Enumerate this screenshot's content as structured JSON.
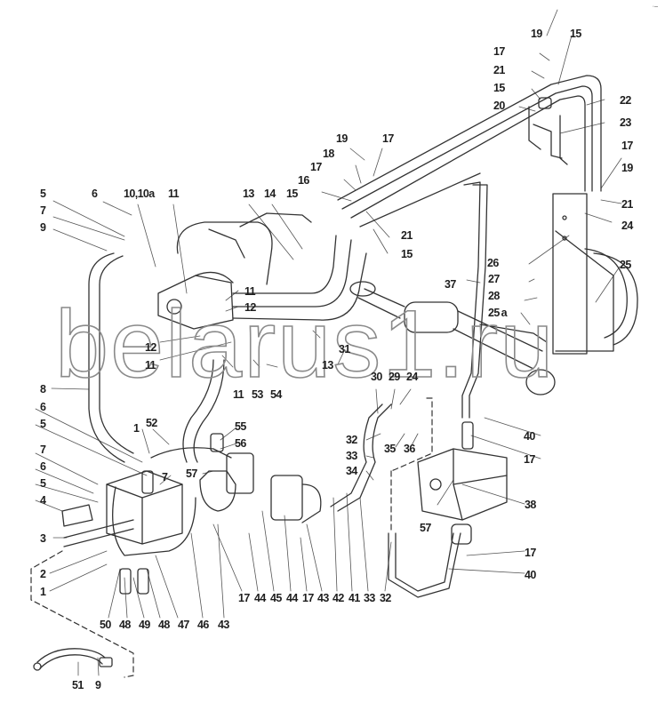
{
  "diagram": {
    "type": "exploded-parts-diagram",
    "subject": "Hydraulic steering system lines (pump, distributor, hoses, cylinder)",
    "watermark": "belarus1.ru",
    "corner_mark": "·‒",
    "callouts": [
      {
        "id": "c1",
        "text": "19"
      },
      {
        "id": "c2",
        "text": "15"
      },
      {
        "id": "c3",
        "text": "17"
      },
      {
        "id": "c4",
        "text": "21"
      },
      {
        "id": "c5",
        "text": "15"
      },
      {
        "id": "c6",
        "text": "20"
      },
      {
        "id": "c7",
        "text": "22"
      },
      {
        "id": "c8",
        "text": "23"
      },
      {
        "id": "c9",
        "text": "17"
      },
      {
        "id": "c10",
        "text": "19"
      },
      {
        "id": "c11",
        "text": "21"
      },
      {
        "id": "c12",
        "text": "24"
      },
      {
        "id": "c13",
        "text": "19"
      },
      {
        "id": "c14",
        "text": "17"
      },
      {
        "id": "c15",
        "text": "18"
      },
      {
        "id": "c16",
        "text": "17"
      },
      {
        "id": "c17",
        "text": "16"
      },
      {
        "id": "c18",
        "text": "15"
      },
      {
        "id": "c19",
        "text": "21"
      },
      {
        "id": "c20",
        "text": "15"
      },
      {
        "id": "c21",
        "text": "5"
      },
      {
        "id": "c22",
        "text": "6"
      },
      {
        "id": "c23",
        "text": "10,10a"
      },
      {
        "id": "c24",
        "text": "11"
      },
      {
        "id": "c25",
        "text": "13"
      },
      {
        "id": "c26",
        "text": "14"
      },
      {
        "id": "c27",
        "text": "7"
      },
      {
        "id": "c28",
        "text": "9"
      },
      {
        "id": "c29",
        "text": "26"
      },
      {
        "id": "c30",
        "text": "25"
      },
      {
        "id": "c31",
        "text": "37"
      },
      {
        "id": "c32",
        "text": "27"
      },
      {
        "id": "c33",
        "text": "28"
      },
      {
        "id": "c34",
        "text": "25 a"
      },
      {
        "id": "c35",
        "text": "11"
      },
      {
        "id": "c36",
        "text": "12"
      },
      {
        "id": "c37",
        "text": "12"
      },
      {
        "id": "c38",
        "text": "11"
      },
      {
        "id": "c39",
        "text": "13"
      },
      {
        "id": "c40",
        "text": "31"
      },
      {
        "id": "c41",
        "text": "11"
      },
      {
        "id": "c42",
        "text": "53"
      },
      {
        "id": "c43",
        "text": "54"
      },
      {
        "id": "c44",
        "text": "8"
      },
      {
        "id": "c45",
        "text": "30"
      },
      {
        "id": "c46",
        "text": "29"
      },
      {
        "id": "c47",
        "text": "24"
      },
      {
        "id": "c48",
        "text": "6"
      },
      {
        "id": "c49",
        "text": "5"
      },
      {
        "id": "c50",
        "text": "1"
      },
      {
        "id": "c51",
        "text": "52"
      },
      {
        "id": "c52",
        "text": "55"
      },
      {
        "id": "c53",
        "text": "56"
      },
      {
        "id": "c54",
        "text": "40"
      },
      {
        "id": "c55",
        "text": "32"
      },
      {
        "id": "c56",
        "text": "35"
      },
      {
        "id": "c57",
        "text": "36"
      },
      {
        "id": "c58",
        "text": "17"
      },
      {
        "id": "c59",
        "text": "33"
      },
      {
        "id": "c60",
        "text": "7"
      },
      {
        "id": "c61",
        "text": "6"
      },
      {
        "id": "c62",
        "text": "7"
      },
      {
        "id": "c63",
        "text": "57"
      },
      {
        "id": "c64",
        "text": "34"
      },
      {
        "id": "c65",
        "text": "5"
      },
      {
        "id": "c66",
        "text": "4"
      },
      {
        "id": "c67",
        "text": "38"
      },
      {
        "id": "c68",
        "text": "3"
      },
      {
        "id": "c69",
        "text": "57"
      },
      {
        "id": "c70",
        "text": "2"
      },
      {
        "id": "c71",
        "text": "1"
      },
      {
        "id": "c72",
        "text": "17"
      },
      {
        "id": "c73",
        "text": "40"
      },
      {
        "id": "c74",
        "text": "17"
      },
      {
        "id": "c75",
        "text": "44"
      },
      {
        "id": "c76",
        "text": "45"
      },
      {
        "id": "c77",
        "text": "44"
      },
      {
        "id": "c78",
        "text": "17"
      },
      {
        "id": "c79",
        "text": "43"
      },
      {
        "id": "c80",
        "text": "42"
      },
      {
        "id": "c81",
        "text": "41"
      },
      {
        "id": "c82",
        "text": "33"
      },
      {
        "id": "c83",
        "text": "32"
      },
      {
        "id": "c84",
        "text": "50"
      },
      {
        "id": "c85",
        "text": "48"
      },
      {
        "id": "c86",
        "text": "49"
      },
      {
        "id": "c87",
        "text": "48"
      },
      {
        "id": "c88",
        "text": "47"
      },
      {
        "id": "c89",
        "text": "46"
      },
      {
        "id": "c90",
        "text": "43"
      },
      {
        "id": "c91",
        "text": "51"
      },
      {
        "id": "c92",
        "text": "9"
      }
    ]
  }
}
